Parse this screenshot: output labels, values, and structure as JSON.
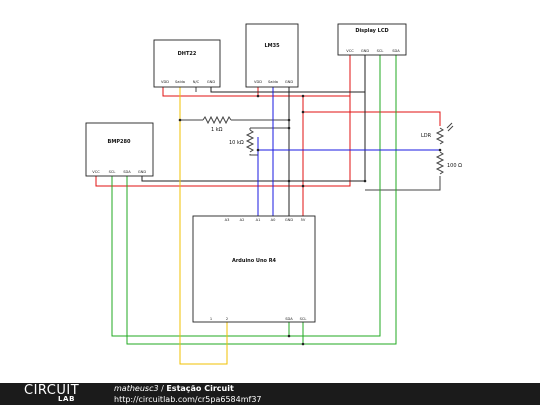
{
  "components": {
    "dht22": {
      "name": "DHT22",
      "pins": [
        "VDD",
        "Saída",
        "N/C",
        "GND"
      ]
    },
    "lm35": {
      "name": "LM35",
      "pins": [
        "VDD",
        "Saída",
        "GND"
      ]
    },
    "lcd": {
      "name": "Display LCD",
      "pins": [
        "VCC",
        "GND",
        "SCL",
        "SDA"
      ]
    },
    "bmp280": {
      "name": "BMP280",
      "pins": [
        "VCC",
        "SCL",
        "SDA",
        "GND"
      ]
    },
    "arduino": {
      "name": "Arduino Uno R4",
      "top_pins": [
        "A3",
        "A2",
        "A1",
        "A0",
        "GND",
        "5V"
      ],
      "bottom_pins": [
        "1",
        "2",
        "SDA",
        "SCL"
      ]
    },
    "r1": {
      "value": "1 kΩ"
    },
    "r2": {
      "value": "10 kΩ"
    },
    "r3": {
      "value": "100 Ω"
    },
    "ldr": {
      "label": "LDR"
    }
  },
  "wire_colors": {
    "power": "#e01010",
    "ground": "#222222",
    "i2c": "#22aa22",
    "analog": "#1a1ae0",
    "digital": "#f2c200"
  },
  "footer": {
    "logo_line1": "CIRCUIT",
    "logo_line2": "LAB",
    "author": "matheusc3",
    "separator": " / ",
    "project": "Estação Circuit",
    "url": "http://circuitlab.com/cr5pa6584mf37"
  }
}
